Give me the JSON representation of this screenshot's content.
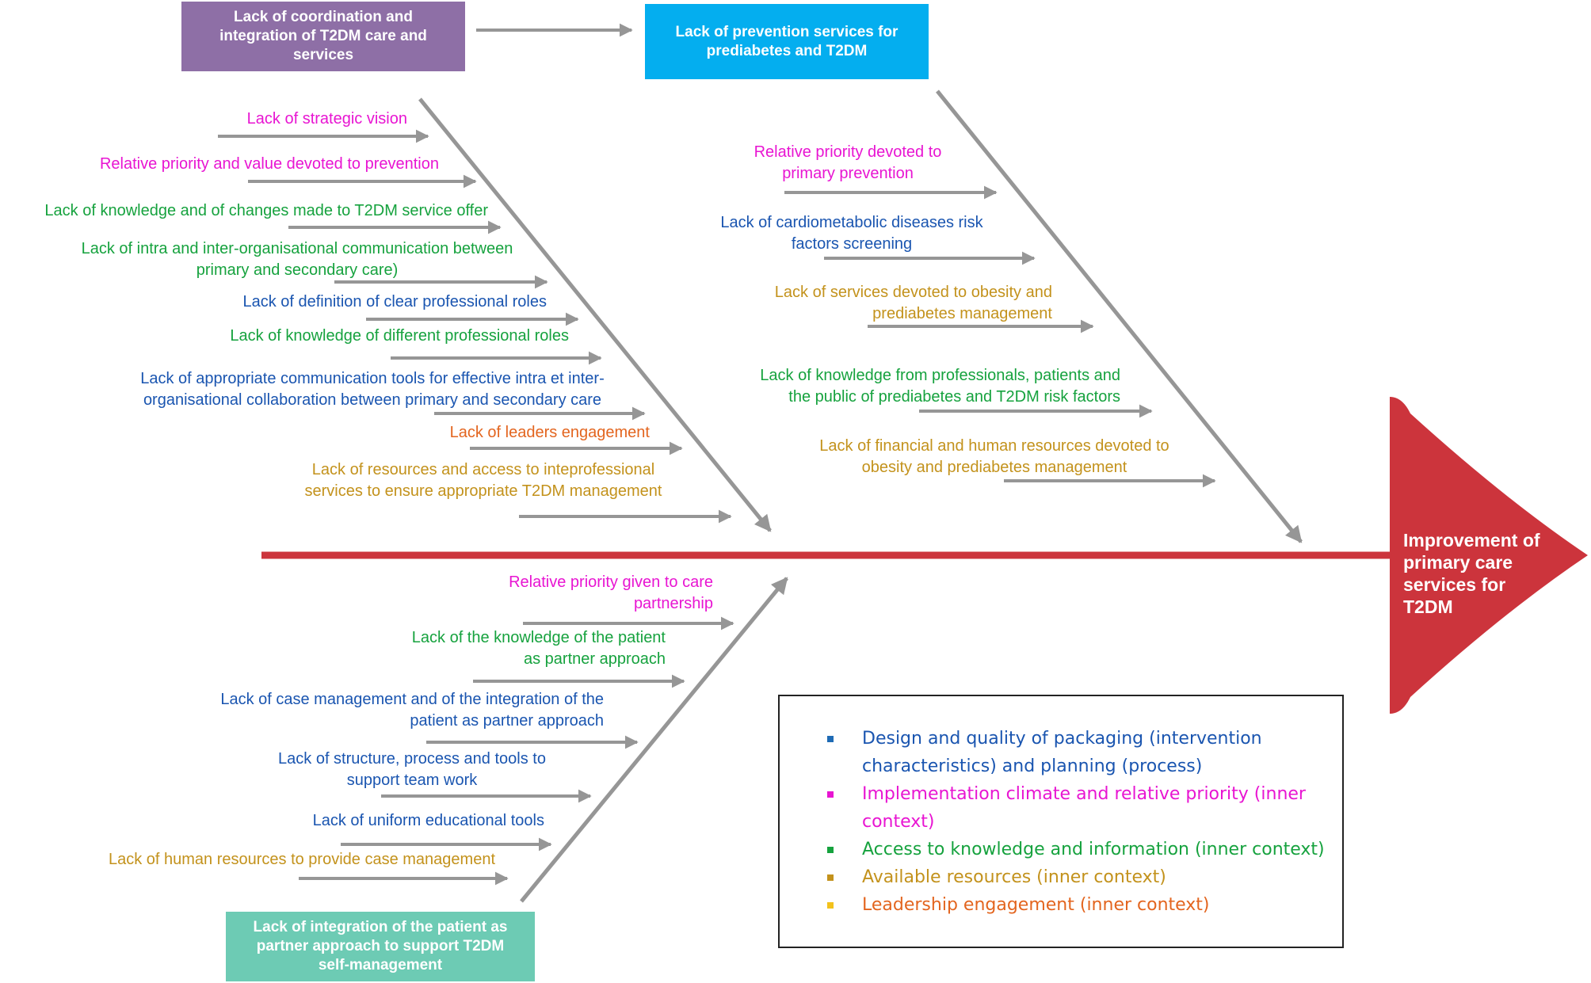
{
  "colors": {
    "spine": "#cc343c",
    "bone": "#969696",
    "magenta": "#e815d2",
    "green": "#16a23e",
    "blue": "#1a55b0",
    "gold": "#c3921c",
    "orange": "#e3651f",
    "yellow": "#f3c21c",
    "bullet_blue": "#1f6bb5",
    "purple_box": "#8e6fa6",
    "cyan_box": "#04aeef",
    "teal_box": "#6dcbb4"
  },
  "effect": {
    "lines": [
      "Improvement of",
      "primary care",
      "services for",
      "T2DM"
    ]
  },
  "categories": {
    "coordination": {
      "lines": [
        "Lack of coordination and",
        "integration of T2DM care and",
        "services"
      ]
    },
    "prevention": {
      "lines": [
        "Lack of prevention services for",
        "prediabetes and T2DM"
      ]
    },
    "partnership": {
      "lines": [
        "Lack of integration of the patient as",
        "partner approach to support T2DM",
        "self-management"
      ]
    }
  },
  "causes": {
    "coordination": [
      {
        "lines": [
          "Lack of strategic vision"
        ],
        "color": "magenta"
      },
      {
        "lines": [
          "Relative priority and value devoted to prevention"
        ],
        "color": "magenta"
      },
      {
        "lines": [
          "Lack of knowledge and of changes made to T2DM service offer"
        ],
        "color": "green"
      },
      {
        "lines": [
          "Lack of intra and inter-organisational communication between",
          "primary and secondary care)"
        ],
        "color": "green"
      },
      {
        "lines": [
          "Lack of definition of clear professional roles"
        ],
        "color": "blue"
      },
      {
        "lines": [
          "Lack of knowledge of different professional roles"
        ],
        "color": "green"
      },
      {
        "lines": [
          "Lack of appropriate communication tools for effective intra et inter-",
          "organisational collaboration between primary and secondary care"
        ],
        "color": "blue"
      },
      {
        "lines": [
          "Lack of leaders engagement"
        ],
        "color": "orange"
      },
      {
        "lines": [
          "Lack of resources and access to inteprofessional",
          "services to ensure appropriate T2DM management"
        ],
        "color": "gold"
      }
    ],
    "prevention": [
      {
        "lines": [
          "Relative priority devoted to",
          "primary prevention"
        ],
        "color": "magenta"
      },
      {
        "lines": [
          "Lack of cardiometabolic diseases risk",
          "factors screening"
        ],
        "color": "blue"
      },
      {
        "lines": [
          "Lack of services devoted to obesity and",
          "prediabetes management"
        ],
        "color": "gold"
      },
      {
        "lines": [
          "Lack of knowledge from professionals, patients and",
          "the public of prediabetes and T2DM risk factors"
        ],
        "color": "green"
      },
      {
        "lines": [
          "Lack of financial and human resources devoted to",
          "obesity and prediabetes management"
        ],
        "color": "gold"
      }
    ],
    "partnership": [
      {
        "lines": [
          "Relative priority given to care",
          "partnership"
        ],
        "color": "magenta"
      },
      {
        "lines": [
          "Lack of the knowledge of the patient",
          "as partner approach"
        ],
        "color": "green"
      },
      {
        "lines": [
          "Lack of case management and of the integration of the",
          "patient as partner approach"
        ],
        "color": "blue"
      },
      {
        "lines": [
          "Lack of structure, process and tools to",
          "support team work"
        ],
        "color": "blue"
      },
      {
        "lines": [
          "Lack of uniform educational tools"
        ],
        "color": "blue"
      },
      {
        "lines": [
          "Lack of human resources to provide case management"
        ],
        "color": "gold"
      }
    ]
  },
  "legend": [
    {
      "lines": [
        "Design and quality of packaging (intervention",
        "characteristics) and planning (process)"
      ],
      "color": "blue",
      "bullet": "bullet_blue"
    },
    {
      "lines": [
        "Implementation climate and relative priority (inner",
        "context)"
      ],
      "color": "magenta",
      "bullet": "magenta"
    },
    {
      "lines": [
        "Access to knowledge and information (inner context)"
      ],
      "color": "green",
      "bullet": "green"
    },
    {
      "lines": [
        "Available resources (inner context)"
      ],
      "color": "gold",
      "bullet": "gold"
    },
    {
      "lines": [
        "Leadership engagement (inner context)"
      ],
      "color": "orange",
      "bullet": "yellow"
    }
  ]
}
